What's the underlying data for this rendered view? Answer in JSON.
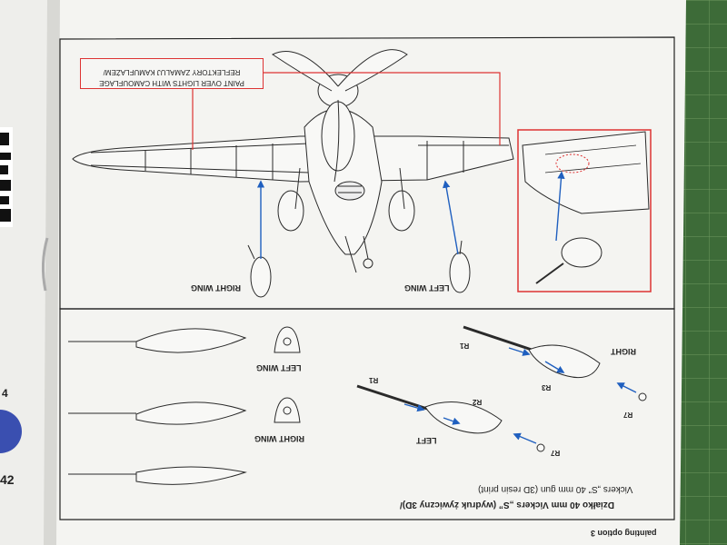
{
  "callout": {
    "line1": "PAINT OVER LIGHTS WITH CAMOUFLAGE",
    "line2": "REFLEKTORY ZAMALUJ KAMUFLAŻEM/"
  },
  "top_labels": {
    "right_wing": "RIGHT WING",
    "left_wing": "LEFT WING"
  },
  "mid_labels": {
    "left_wing": "LEFT WING",
    "right_wing": "RIGHT WING",
    "right": "RIGHT",
    "left": "LEFT",
    "r1a": "R1",
    "r1b": "R1",
    "r2": "R2",
    "r3": "R3",
    "r7a": "R7",
    "r7b": "R7"
  },
  "section_title": {
    "line1": "Działko 40 mm Vickers „S” (wydruk żywiczny 3D)/",
    "line2": "Vickers „S” 40 mm gun (3D resin print)"
  },
  "bottom_strip": "painting option 3",
  "left_page": {
    "page_number": "42",
    "side_num": "4"
  },
  "colors": {
    "mat": "#3f6b3a",
    "paper": "#f4f4f1",
    "line": "#2a2a2a",
    "arrow": "#1f5fbf",
    "red": "#d33333"
  }
}
